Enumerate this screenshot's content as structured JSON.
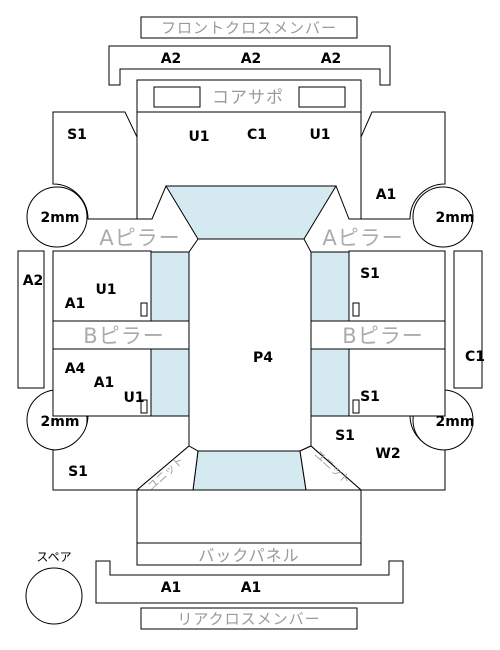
{
  "labels": {
    "front_cross_member": "フロントクロスメンバー",
    "core_support": "コアサポ",
    "a_pillar_left": "Aピラー",
    "a_pillar_right": "Aピラー",
    "b_pillar_left": "Bピラー",
    "b_pillar_right": "Bピラー",
    "back_panel": "バックパネル",
    "rear_cross_member": "リアクロスメンバー",
    "spare": "スペア",
    "unit_left": "ユニット",
    "unit_right": "ユニット"
  },
  "codes": {
    "front_a2_1": "A2",
    "front_a2_2": "A2",
    "front_a2_3": "A2",
    "front_left_s1": "S1",
    "core_u1_left": "U1",
    "core_c1": "C1",
    "core_u1_right": "U1",
    "front_right_a1": "A1",
    "left_side_a2": "A2",
    "left_upper_a1": "A1",
    "left_upper_u1": "U1",
    "left_lower_a4": "A4",
    "left_lower_a1": "A1",
    "left_lower_u1": "U1",
    "rear_left_s1": "S1",
    "right_upper_s1": "S1",
    "right_side_c1": "C1",
    "right_lower_s1": "S1",
    "rear_right_s1": "S1",
    "rear_right_w2": "W2",
    "cabin_p4": "P4",
    "rear_a1_1": "A1",
    "rear_a1_2": "A1"
  },
  "circles": {
    "front_left": "2mm",
    "front_right": "2mm",
    "rear_left": "2mm",
    "rear_right": "2mm"
  },
  "colors": {
    "glass": "#d4e9f0",
    "line": "#000000",
    "label_gray": "#9a9a9a"
  }
}
